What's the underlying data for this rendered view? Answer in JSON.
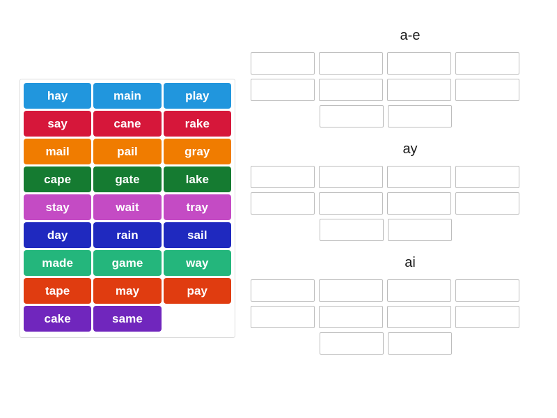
{
  "activity": {
    "type": "group-sort",
    "background_color": "#ffffff"
  },
  "word_bank": {
    "border_color": "#dcdcdc",
    "rows": [
      {
        "color": "#2196dd",
        "words": [
          "hay",
          "main",
          "play"
        ]
      },
      {
        "color": "#d6173a",
        "words": [
          "say",
          "cane",
          "rake"
        ]
      },
      {
        "color": "#f07c00",
        "words": [
          "mail",
          "pail",
          "gray"
        ]
      },
      {
        "color": "#157b31",
        "words": [
          "cape",
          "gate",
          "lake"
        ]
      },
      {
        "color": "#c44bc4",
        "words": [
          "stay",
          "wait",
          "tray"
        ]
      },
      {
        "color": "#1f29bf",
        "words": [
          "day",
          "rain",
          "sail"
        ]
      },
      {
        "color": "#24b67c",
        "words": [
          "made",
          "game",
          "way"
        ]
      },
      {
        "color": "#e03c10",
        "words": [
          "tape",
          "may",
          "pay"
        ]
      },
      {
        "color": "#7026bd",
        "words": [
          "cake",
          "same",
          ""
        ]
      }
    ]
  },
  "groups": [
    {
      "title": "a-e",
      "slot_rows": [
        4,
        4,
        2
      ],
      "slot_values": [
        [
          "",
          "",
          "",
          ""
        ],
        [
          "",
          "",
          "",
          ""
        ],
        [
          "",
          ""
        ]
      ]
    },
    {
      "title": "ay",
      "slot_rows": [
        4,
        4,
        2
      ],
      "slot_values": [
        [
          "",
          "",
          "",
          ""
        ],
        [
          "",
          "",
          "",
          ""
        ],
        [
          "",
          ""
        ]
      ]
    },
    {
      "title": "ai",
      "slot_rows": [
        4,
        4,
        2
      ],
      "slot_values": [
        [
          "",
          "",
          "",
          ""
        ],
        [
          "",
          "",
          "",
          ""
        ],
        [
          "",
          ""
        ]
      ]
    }
  ]
}
